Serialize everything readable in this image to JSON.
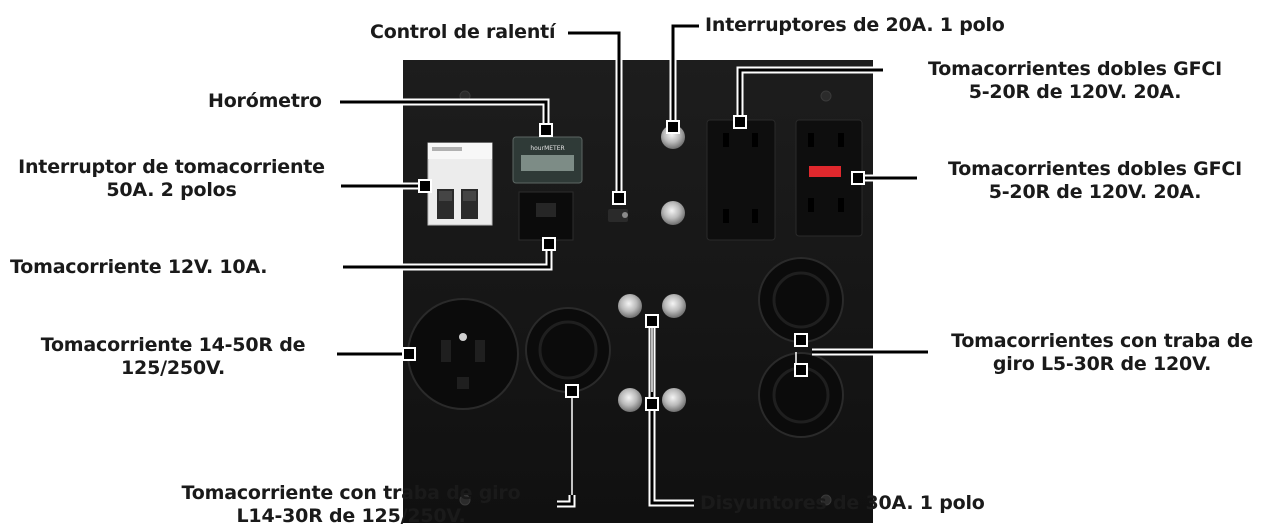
{
  "labels": {
    "control_ralenti": "Control de ralentí",
    "interruptores_20a": "Interruptores de 20A. 1 polo",
    "horometro": "Horómetro",
    "gfci_top_line1": "Tomacorrientes dobles GFCI",
    "gfci_top_line2": "5-20R de 120V. 20A.",
    "interruptor_tomacorriente_line1": "Interruptor de tomacorriente",
    "interruptor_tomacorriente_line2": "50A. 2 polos",
    "gfci_right_line1": "Tomacorrientes dobles GFCI",
    "gfci_right_line2": "5-20R de 120V. 20A.",
    "tomacorriente_12v": "Tomacorriente 12V. 10A.",
    "tomacorriente_1450_line1": "Tomacorriente 14-50R de",
    "tomacorriente_1450_line2": "125/250V.",
    "traba_l5_line1": "Tomacorrientes con traba de",
    "traba_l5_line2": "giro L5-30R de 120V.",
    "traba_l14_line1": "Tomacorriente con traba de giro",
    "traba_l14_line2": "L14-30R de 125/250V.",
    "disyuntores_30a": "Disyuntores de 30A. 1 polo"
  },
  "hourmeter": {
    "brand": "hourMETER"
  },
  "colors": {
    "panel": "#141414",
    "label_text": "#1a1a1a",
    "leader_line": "#000000",
    "leader_outline": "#ffffff",
    "gfci_test_button": "#e0282d"
  }
}
